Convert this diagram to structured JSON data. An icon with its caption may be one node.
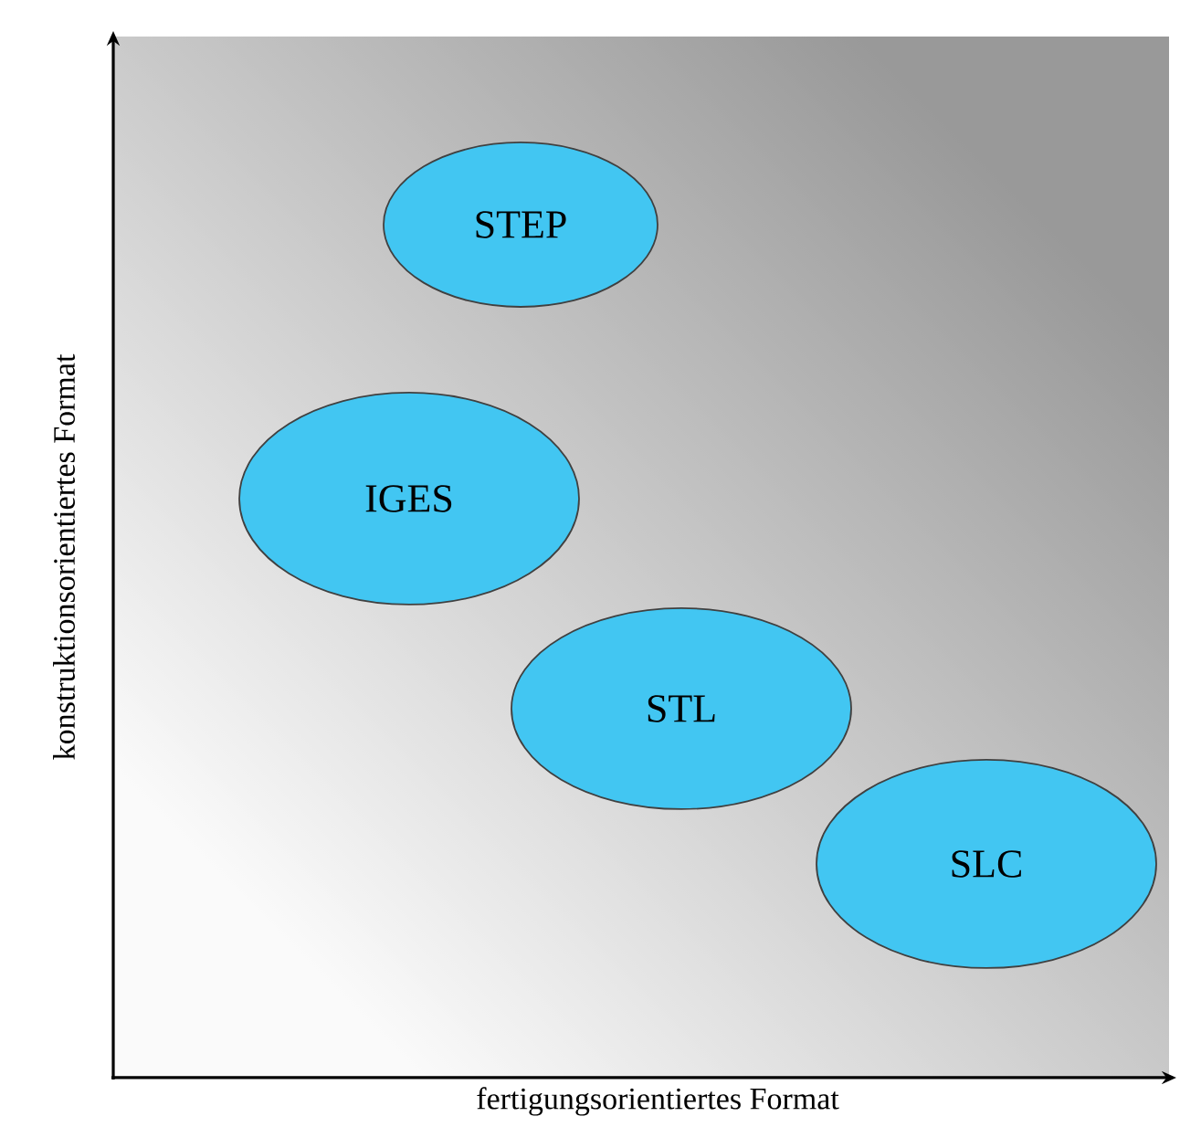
{
  "diagram": {
    "nodes": [
      {
        "text": [
          "STEP"
        ]
      },
      {
        "text": [
          "IGES"
        ]
      },
      {
        "text": [
          "STL"
        ]
      },
      {
        "text": [
          "SLC"
        ]
      }
    ],
    "labels": [
      "fertigungsorientiertes Format",
      "konstruktionsorientiertes Format"
    ]
  }
}
